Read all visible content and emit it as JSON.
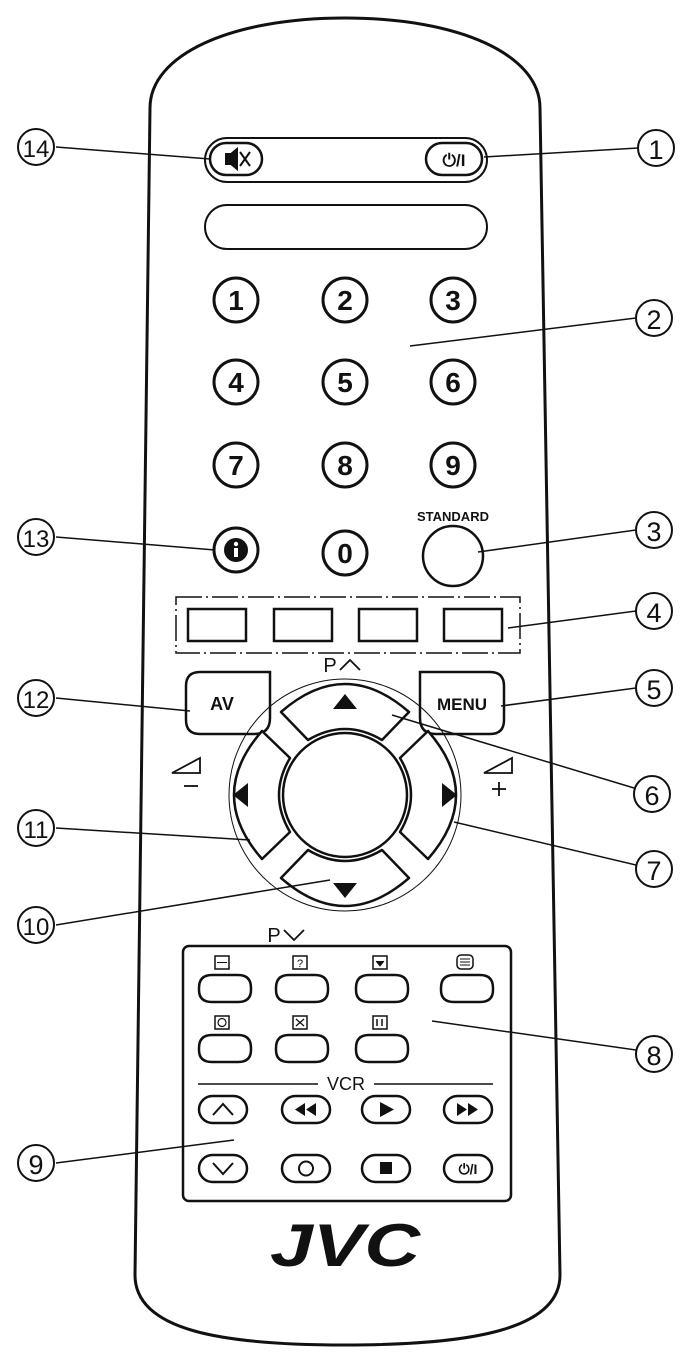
{
  "remote": {
    "number_keys": [
      "1",
      "2",
      "3",
      "4",
      "5",
      "6",
      "7",
      "8",
      "9"
    ],
    "zero_key": "0",
    "standard_label": "STANDARD",
    "av_label": "AV",
    "menu_label": "MENU",
    "p_up_label": "P",
    "p_down_label": "P",
    "vcr_label": "VCR",
    "power_label": "⏻/I",
    "vcr_power_label": "⏻/I",
    "brand": "JVC"
  },
  "callouts": [
    "1",
    "2",
    "3",
    "4",
    "5",
    "6",
    "7",
    "8",
    "9",
    "10",
    "11",
    "12",
    "13",
    "14"
  ]
}
